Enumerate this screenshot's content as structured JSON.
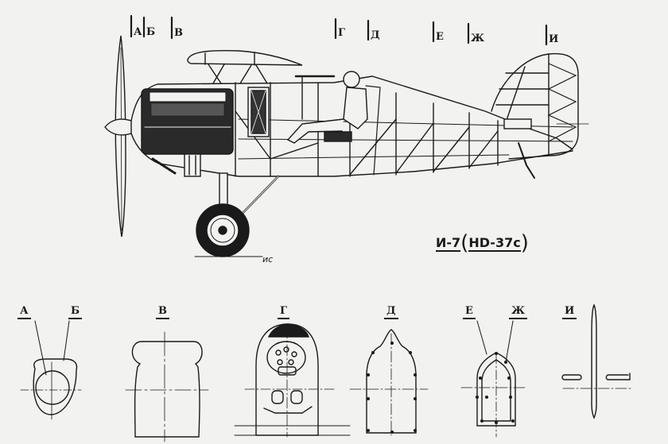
{
  "drawing": {
    "type": "aircraft structural cutaway with cross-sections",
    "title": {
      "designation": "И-7",
      "variant": "HD-37c",
      "open_paren": "(",
      "close_paren": ")"
    },
    "ground_label": "ис",
    "colors": {
      "background": "#f2f2f0",
      "ink": "#1a1a1a"
    }
  },
  "section_markers": [
    {
      "id": "A",
      "label": "А"
    },
    {
      "id": "B",
      "label": "Б"
    },
    {
      "id": "V",
      "label": "В"
    },
    {
      "id": "G",
      "label": "Г"
    },
    {
      "id": "D",
      "label": "Д"
    },
    {
      "id": "E",
      "label": "Е"
    },
    {
      "id": "ZH",
      "label": "Ж"
    },
    {
      "id": "I",
      "label": "И"
    }
  ],
  "cross_sections": [
    {
      "id": "AB",
      "labels": [
        "А",
        "Б"
      ],
      "shape": "engine-nose ring"
    },
    {
      "id": "V",
      "labels": [
        "В"
      ],
      "shape": "engine cowl"
    },
    {
      "id": "G",
      "labels": [
        "Г"
      ],
      "shape": "cockpit with instrument panel"
    },
    {
      "id": "D",
      "labels": [
        "Д"
      ],
      "shape": "fuselage frame"
    },
    {
      "id": "EZH",
      "labels": [
        "Е",
        "Ж"
      ],
      "shape": "rear fuselage frame"
    },
    {
      "id": "I",
      "labels": [
        "И"
      ],
      "shape": "tail fin section"
    }
  ]
}
